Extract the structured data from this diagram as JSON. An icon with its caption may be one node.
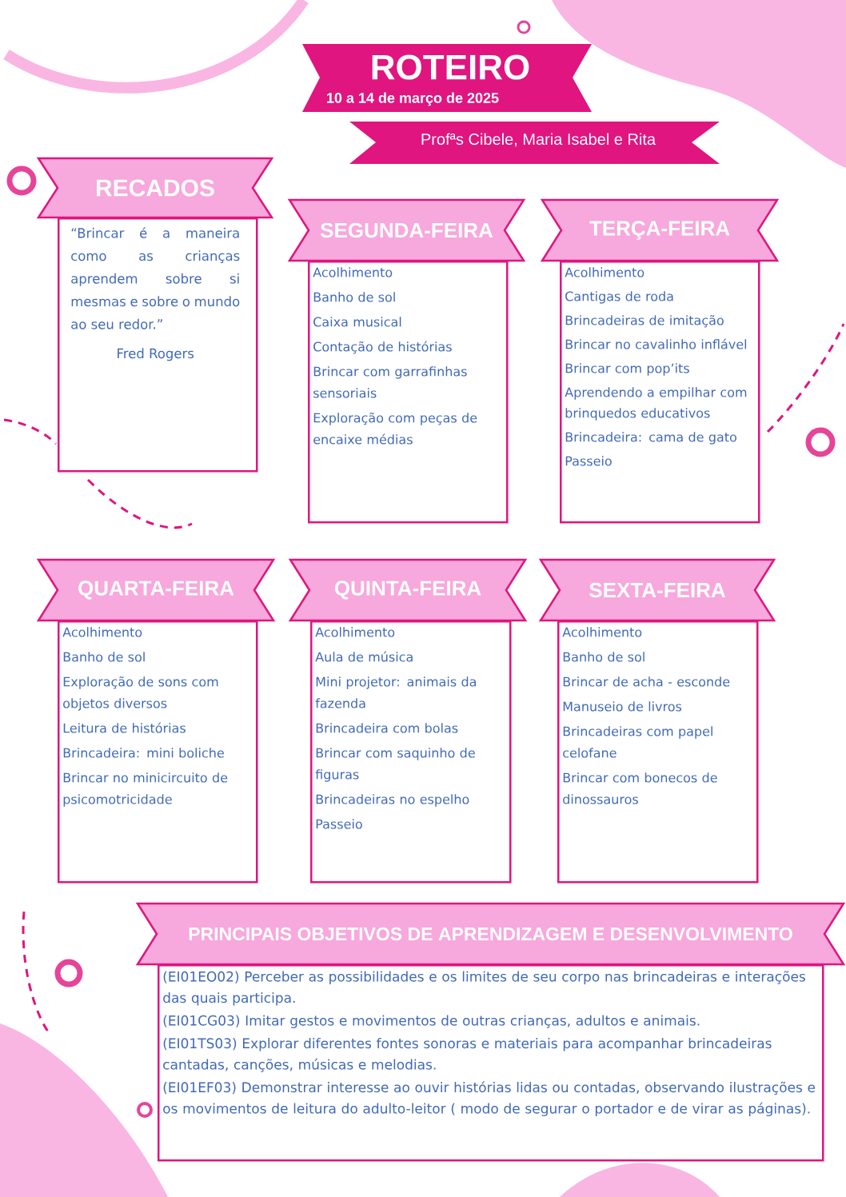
{
  "diagram": {
    "title": "ROTEIRO",
    "labels": [
      "10 a 14 de março de 2025",
      "Profªs Cibele, Maria Isabel e Rita"
    ],
    "nodes": [
      {
        "text": [
          "RECADOS",
          "“Brincar é a maneira como as crianças aprendem sobre si mesmas e sobre o mundo ao seu redor.”",
          "Fred Rogers"
        ]
      },
      {
        "text": [
          "SEGUNDA-FEIRA",
          "Acolhimento",
          "Banho de sol",
          "Caixa musical",
          "Contação de histórias",
          "Brincar com garrafinhas sensoriais",
          "Exploração com peças de encaixe médias"
        ]
      },
      {
        "text": [
          "TERÇA-FEIRA",
          "Acolhimento",
          "Cantigas de roda",
          "Brincadeiras de imitação",
          "Brincar no cavalinho inflável",
          "Brincar com pop’its",
          "Aprendendo a empilhar com brinquedos educativos",
          "Brincadeira: cama de gato",
          "Passeio"
        ]
      },
      {
        "text": [
          "QUARTA-FEIRA",
          "Acolhimento",
          "Banho de sol",
          "Exploração de sons com objetos diversos",
          "Leitura de histórias",
          "Brincadeira: mini boliche",
          "Brincar no minicircuito de psicomotricidade"
        ]
      },
      {
        "text": [
          "QUINTA-FEIRA",
          "Acolhimento",
          "Aula de música",
          "Mini projetor: animais da fazenda",
          "Brincadeira com bolas",
          "Brincar com saquinho de figuras",
          "Brincadeiras no espelho",
          "Passeio"
        ]
      },
      {
        "text": [
          "SEXTA-FEIRA",
          "Acolhimento",
          "Banho de sol",
          "Brincar de acha - esconde",
          "Manuseio de livros",
          "Brincadeiras com papel celofane",
          "Brincar com bonecos de dinossauros"
        ]
      },
      {
        "text": [
          "PRINCIPAIS OBJETIVOS DE APRENDIZAGEM E DESENVOLVIMENTO",
          "(EI01EO02) Perceber as possibilidades e os limites de seu corpo nas brincadeiras e interações das quais participa.",
          "(EI01CG03) Imitar gestos e movimentos de outras crianças, adultos e animais.",
          "(EI01TS03) Explorar diferentes fontes sonoras e materiais para acompanhar brincadeiras cantadas, canções, músicas e melodias.",
          "(EI01EF03) Demonstrar interesse ao ouvir histórias lidas ou contadas, observando ilustrações e os movimentos de leitura do adulto-leitor ( modo de segurar o portador e de virar as páginas)."
        ]
      }
    ]
  }
}
